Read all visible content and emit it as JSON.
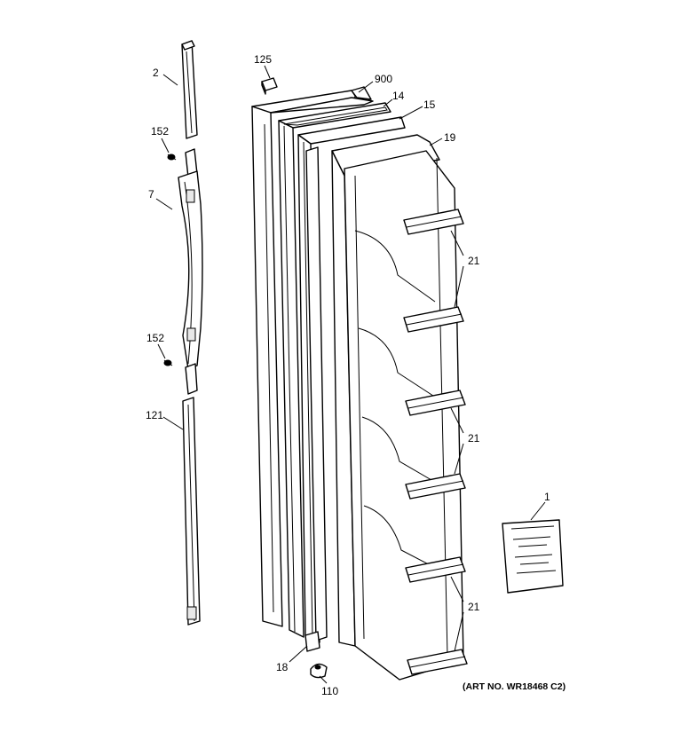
{
  "callouts": {
    "c1": "1",
    "c2": "2",
    "c7": "7",
    "c14": "14",
    "c15": "15",
    "c18": "18",
    "c19": "19",
    "c21a": "21",
    "c21b": "21",
    "c21c": "21",
    "c110": "110",
    "c121": "121",
    "c125": "125",
    "c152a": "152",
    "c152b": "152",
    "c900": "900"
  },
  "art_number": "(ART NO. WR18468 C2)"
}
